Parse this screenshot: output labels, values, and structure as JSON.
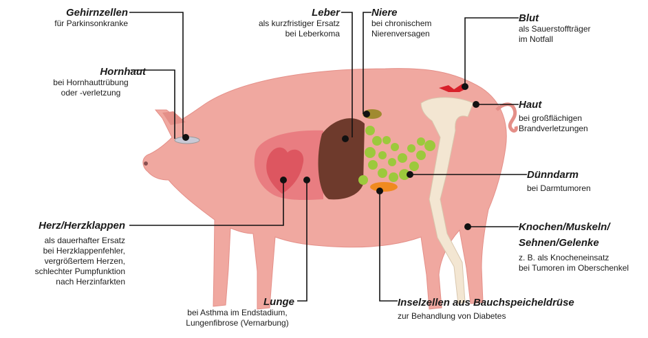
{
  "labels": {
    "gehirn": {
      "title": "Gehirnzellen",
      "desc": [
        "für Parkinsonkranke"
      ]
    },
    "hornhaut": {
      "title": "Hornhaut",
      "desc": [
        "bei Hornhauttrübung",
        "oder -verletzung"
      ]
    },
    "herz": {
      "title": "Herz/Herzklappen",
      "desc": [
        "als dauerhafter Ersatz",
        "bei Herzklappenfehler,",
        "vergrößertem Herzen,",
        "schlechter Pumpfunktion",
        "nach Herzinfarkten"
      ]
    },
    "lunge": {
      "title": "Lunge",
      "desc": [
        "bei Asthma im Endstadium,",
        "Lungenfibrose (Vernarbung)"
      ]
    },
    "leber": {
      "title": "Leber",
      "desc": [
        "als kurzfristiger Ersatz",
        "bei Leberkoma"
      ]
    },
    "niere": {
      "title": "Niere",
      "desc": [
        "bei chronischem",
        "Nierenversagen"
      ]
    },
    "blut": {
      "title": "Blut",
      "desc": [
        "als Sauerstoffträger",
        "im Notfall"
      ]
    },
    "haut": {
      "title": "Haut",
      "desc": [
        "bei großflächigen",
        "Brandverletzungen"
      ]
    },
    "duenndarm": {
      "title": "Dünndarm",
      "desc": [
        "bei Darmtumoren"
      ]
    },
    "knochen": {
      "title": [
        "Knochen/Muskeln/",
        "Sehnen/Gelenke"
      ],
      "desc": [
        "z. B. als Knocheneinsatz",
        "bei Tumoren im Oberschenkel"
      ]
    },
    "insel": {
      "title": "Inselzellen aus Bauchspeicheldrüse",
      "desc": [
        "zur Behandlung von Diabetes"
      ]
    }
  },
  "colors": {
    "body": "#f0a8a0",
    "body_shade": "#e48f88",
    "lung": "#e45a68",
    "heart": "#d84a55",
    "liver": "#6e3a2c",
    "kidney": "#a08a30",
    "intestine": "#9cc93c",
    "pancreas": "#f08a20",
    "bone": "#f3e6d2",
    "blood": "#d8202a",
    "line": "#111111"
  },
  "icons": {
    "eye": "pig-eye-icon",
    "snout": "pig-snout-icon"
  }
}
